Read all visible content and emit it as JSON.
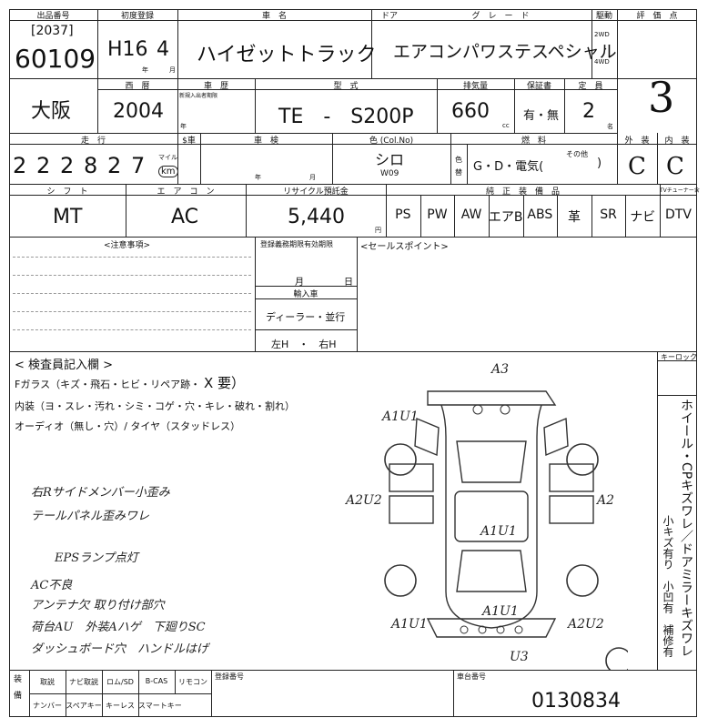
{
  "header": {
    "lot_label": "出品番号",
    "first_reg_label": "初度登録",
    "car_name_label": "車　名",
    "door_label": "ドア",
    "grade_label": "グ　レ　ー　ド",
    "drive_label": "駆動",
    "score_label": "評　価　点"
  },
  "lot": {
    "sub": "[2037]",
    "number": "60109"
  },
  "first_reg": {
    "era": "H16",
    "month": "4",
    "year_unit": "年",
    "month_unit": "月"
  },
  "car_name": "ハイゼットトラック",
  "grade": "エアコンパワステスペシャル",
  "drive": {
    "opt1": "2WD",
    "dot": "・",
    "opt2": "4WD"
  },
  "score": "3",
  "row2": {
    "year_label": "西　暦",
    "shaken_label": "車　歴",
    "shaken_sub": "新規入出者期限",
    "model_label": "型　式",
    "cc_label": "排気量",
    "warranty_label": "保証書",
    "capacity_label": "定　員",
    "location": "大阪",
    "year": "2004",
    "year_unit": "年",
    "model": "TE　-　S200P",
    "cc": "660",
    "cc_unit": "cc",
    "warranty": "有・無",
    "capacity": "2",
    "capacity_unit": "名"
  },
  "row3": {
    "mileage_label": "走　行",
    "smeter_label": "$車",
    "inspection_label": "車　検",
    "color_label": "色 (Col.No)",
    "fuel_label": "燃　料",
    "exterior_label": "外　装",
    "interior_label": "内　装",
    "mileage_digits": [
      "2",
      "2",
      "2",
      "8",
      "2",
      "7"
    ],
    "mile_unit": "マイル",
    "km_unit": "km",
    "inspection_year": "年",
    "inspection_month": "月",
    "color": "シロ",
    "color_no": "W09",
    "color_side_1": "色",
    "color_side_2": "替",
    "fuel": "G・D・電気(",
    "fuel_other": "その他",
    "fuel_close": ")",
    "exterior": "C",
    "interior": "C"
  },
  "row4": {
    "shift_label": "シ　フ　ト",
    "ac_label": "エ　ア　コ　ン",
    "recycle_label": "リサイクル預託金",
    "equip_label": "純　正　装　備　品",
    "tuner_label": "TVチューナー含",
    "shift": "MT",
    "ac": "AC",
    "recycle": "5,440",
    "recycle_unit": "円",
    "equipment": [
      "PS",
      "PW",
      "AW",
      "エアB",
      "ABS",
      "革",
      "SR",
      "ナビ",
      "DTV"
    ]
  },
  "notes": {
    "caution_label": "<注意事項>",
    "reg_deadline_label": "登録義務期限有効期限",
    "month": "月",
    "day": "日",
    "import_label": "輸入車",
    "dealer": "ディーラー・並行",
    "handle": "左H　・　右H",
    "sales_label": "<セールスポイント>"
  },
  "inspector": {
    "title": "< 検査員記入欄 >",
    "glass": "Fガラス（キズ・飛石・ヒビ・リペア跡・",
    "glass_mark": "X 要）",
    "interior": "内装（ヨ・スレ・汚れ・シミ・コゲ・穴・キレ・破れ・割れ）",
    "audio": "オーディオ（無し・穴）/ タイヤ（スタッドレス）",
    "handwritten": [
      "右Rサイドメンバー小歪み",
      "テールパネル歪みワレ",
      "EPSランプ点灯",
      "AC不良",
      "アンテナ欠 取り付け部穴",
      "荷台AU　外装Aハゲ　下廻りSC",
      "ダッシュボード穴　ハンドルはげ"
    ]
  },
  "diagram": {
    "labels": [
      "A3",
      "A1U1",
      "A2U2",
      "A2",
      "A1U1",
      "A1U1",
      "A1U1",
      "A2U2",
      "U3"
    ]
  },
  "side": {
    "keylock": "キーロック",
    "col1": "ホイール・CPキズワレ／ドアミラーキズワレ",
    "col2": "小キズ有り　小凹有",
    "col3": "補修有"
  },
  "footer": {
    "equip_label": "装備",
    "row1": [
      "取説",
      "ナビ取説",
      "ロム/SD",
      "B-CAS",
      "リモコン"
    ],
    "row2": [
      "ナンバー",
      "スペアキー",
      "キーレス",
      "スマートキー"
    ],
    "reg_label": "登録番号",
    "chassis_label": "車台番号",
    "chassis": "0130834"
  }
}
